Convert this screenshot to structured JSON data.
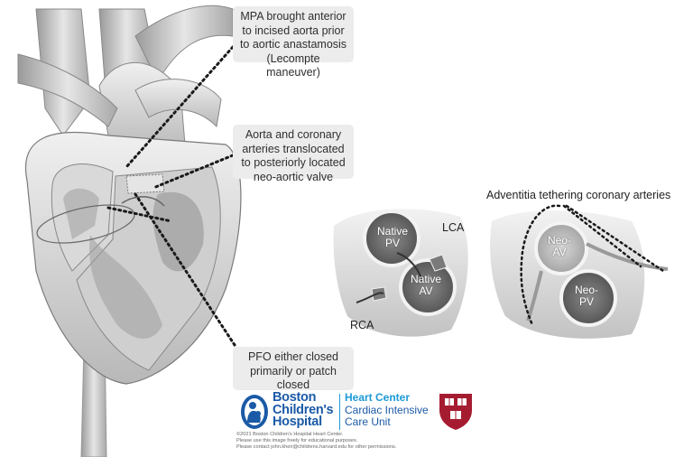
{
  "callouts": {
    "mpa": [
      "MPA brought anterior",
      "to incised aorta prior",
      "to aortic anastamosis",
      "(Lecompte maneuver)"
    ],
    "aorta": [
      "Aorta and coronary",
      "arteries translocated",
      "to posteriorly located",
      "neo-aortic valve"
    ],
    "pfo": [
      "PFO either closed",
      "primarily or patch",
      "closed"
    ]
  },
  "labels": {
    "adventitia": "Adventitia tethering coronary arteries",
    "lca": "LCA",
    "rca": "RCA",
    "native_pv": [
      "Native",
      "PV"
    ],
    "native_av": [
      "Native",
      "AV"
    ],
    "neo_av": [
      "Neo-",
      "AV"
    ],
    "neo_pv": [
      "Neo-",
      "PV"
    ]
  },
  "logo": {
    "name": [
      "Boston",
      "Children's",
      "Hospital"
    ],
    "heart_center": "Heart Center",
    "cicu": [
      "Cardiac Intensive",
      "Care Unit"
    ]
  },
  "fine_print": [
    "©2021 Boston Children's Hospital Heart Center.",
    "Please use this image freely for educational purposes.",
    "Please contact john.kheir@childrens.harvard.edu for other permissions."
  ],
  "colors": {
    "callout_bg": "#ececec",
    "logo_blue": "#1b5aa6",
    "logo_cyan": "#1b9ad6",
    "harvard_red": "#a51c30"
  }
}
